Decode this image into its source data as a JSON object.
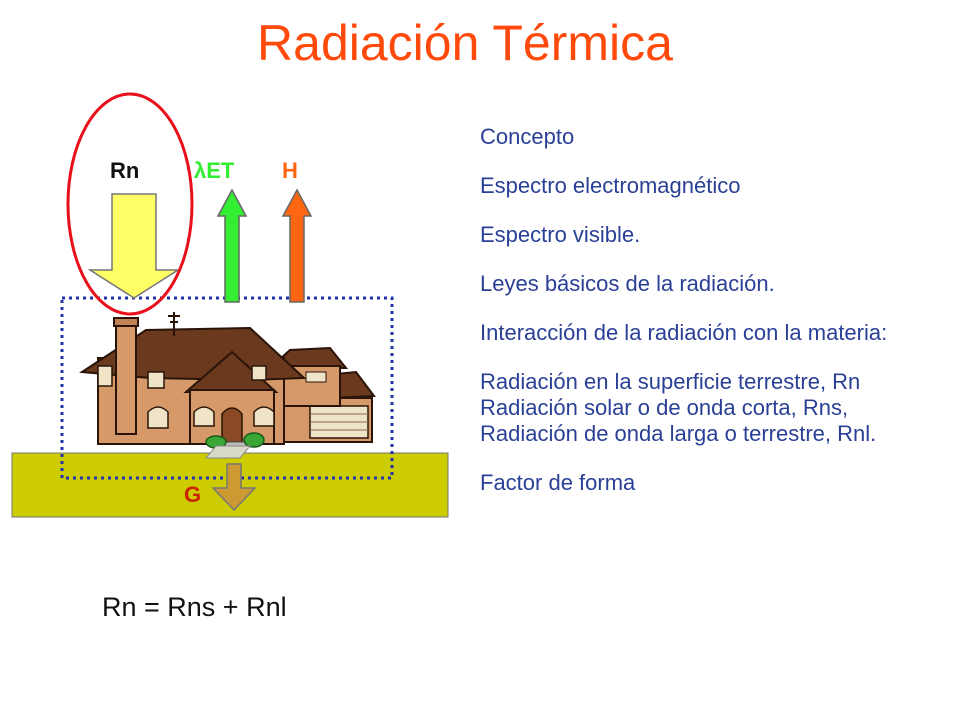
{
  "slide": {
    "title": "Radiación Térmica",
    "labels": {
      "rn": "Rn",
      "let": "λET",
      "h": "H",
      "g": "G"
    },
    "bullets": [
      "Concepto",
      "Espectro electromagnético",
      "Espectro visible.",
      "Leyes básicos de la radiación.",
      "Interacción de la radiación con la materia:",
      "Radiación en la superficie terrestre, Rn",
      "Radiación solar o de onda corta, Rns,",
      "Radiación de onda larga o terrestre, Rnl.",
      "Factor de forma"
    ],
    "equation": "Rn = Rns + Rnl"
  },
  "colors": {
    "title": "#ff4a0c",
    "text": "#2a3f96",
    "ground": "#cccc00",
    "rn_arrow": "#ffff66",
    "let_arrow": "#33ee33",
    "h_arrow": "#ff6611",
    "g_arrow": "#cc9933",
    "circle": "#e8101a",
    "dotted_box": "#2233aa"
  },
  "icons": {
    "house": "house-illustration"
  }
}
